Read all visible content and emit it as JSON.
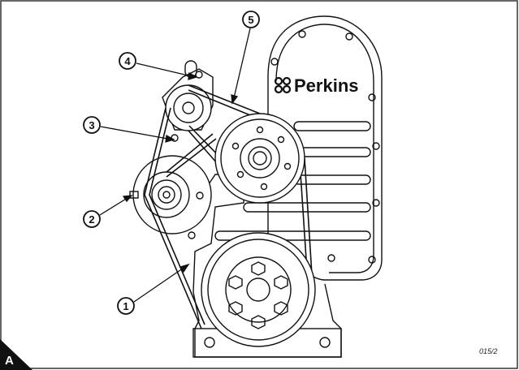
{
  "figure": {
    "brand": "Perkins",
    "reference": "015/2",
    "corner_label": "A",
    "callouts": [
      "1",
      "2",
      "3",
      "4",
      "5"
    ]
  }
}
